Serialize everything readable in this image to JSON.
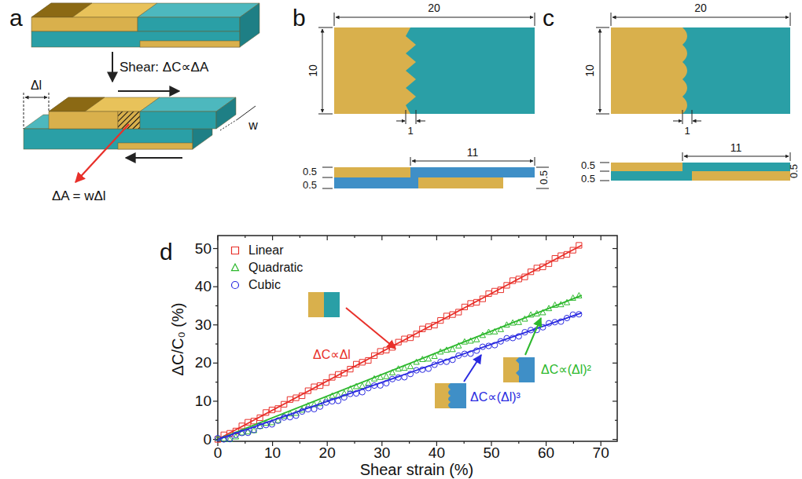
{
  "diagram": {
    "labels": [
      "a",
      "b",
      "c",
      "d",
      "Shear: ΔC∝ΔA",
      "Δl",
      "w",
      "ΔA = wΔl",
      "20",
      "10",
      "1",
      "11",
      "0.5",
      "0.5",
      "0.5",
      "20",
      "10",
      "1",
      "11",
      "0.5",
      "0.5",
      "0.5",
      "0",
      "10",
      "20",
      "30",
      "40",
      "50",
      "0",
      "10",
      "20",
      "30",
      "40",
      "50",
      "60",
      "70",
      "ΔC/C₀ (%)",
      "Shear strain (%)",
      "ΔC∝Δl",
      "ΔC∝(Δl)²",
      "ΔC∝(Δl)³"
    ],
    "legend": [
      {
        "text": "Linear"
      },
      {
        "text": "Quadratic"
      },
      {
        "text": "Cubic"
      }
    ]
  }
}
